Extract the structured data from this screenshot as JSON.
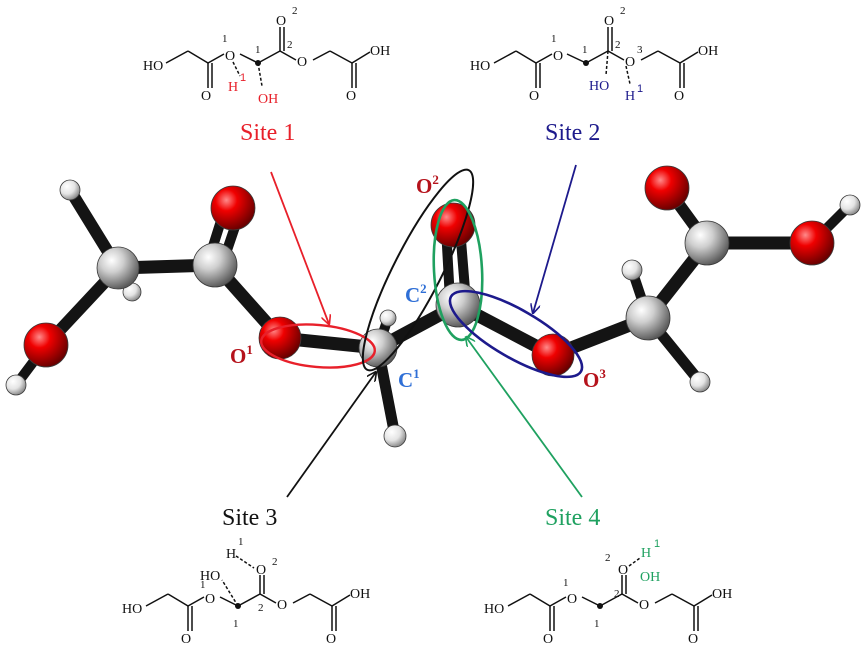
{
  "colors": {
    "site1": "#e8202a",
    "site2": "#1d1a8c",
    "site3": "#111111",
    "site4": "#1fa160",
    "oxygen_label": "#b5121b",
    "carbon_label": "#2f6fd6",
    "bond": "#141414"
  },
  "sites": [
    {
      "label": "Site 1"
    },
    {
      "label": "Site 2"
    },
    {
      "label": "Site 3"
    },
    {
      "label": "Site 4"
    }
  ],
  "atoms": {
    "O1": {
      "base": "O",
      "sup": "1"
    },
    "O2": {
      "base": "O",
      "sup": "2"
    },
    "O3": {
      "base": "O",
      "sup": "3"
    },
    "C1": {
      "base": "C",
      "sup": "1"
    },
    "C2": {
      "base": "C",
      "sup": "2"
    }
  },
  "structure_text": {
    "HO": "HO",
    "OH": "OH",
    "O": "O",
    "H": "H",
    "n1": "1",
    "n2": "2",
    "n3": "3"
  }
}
